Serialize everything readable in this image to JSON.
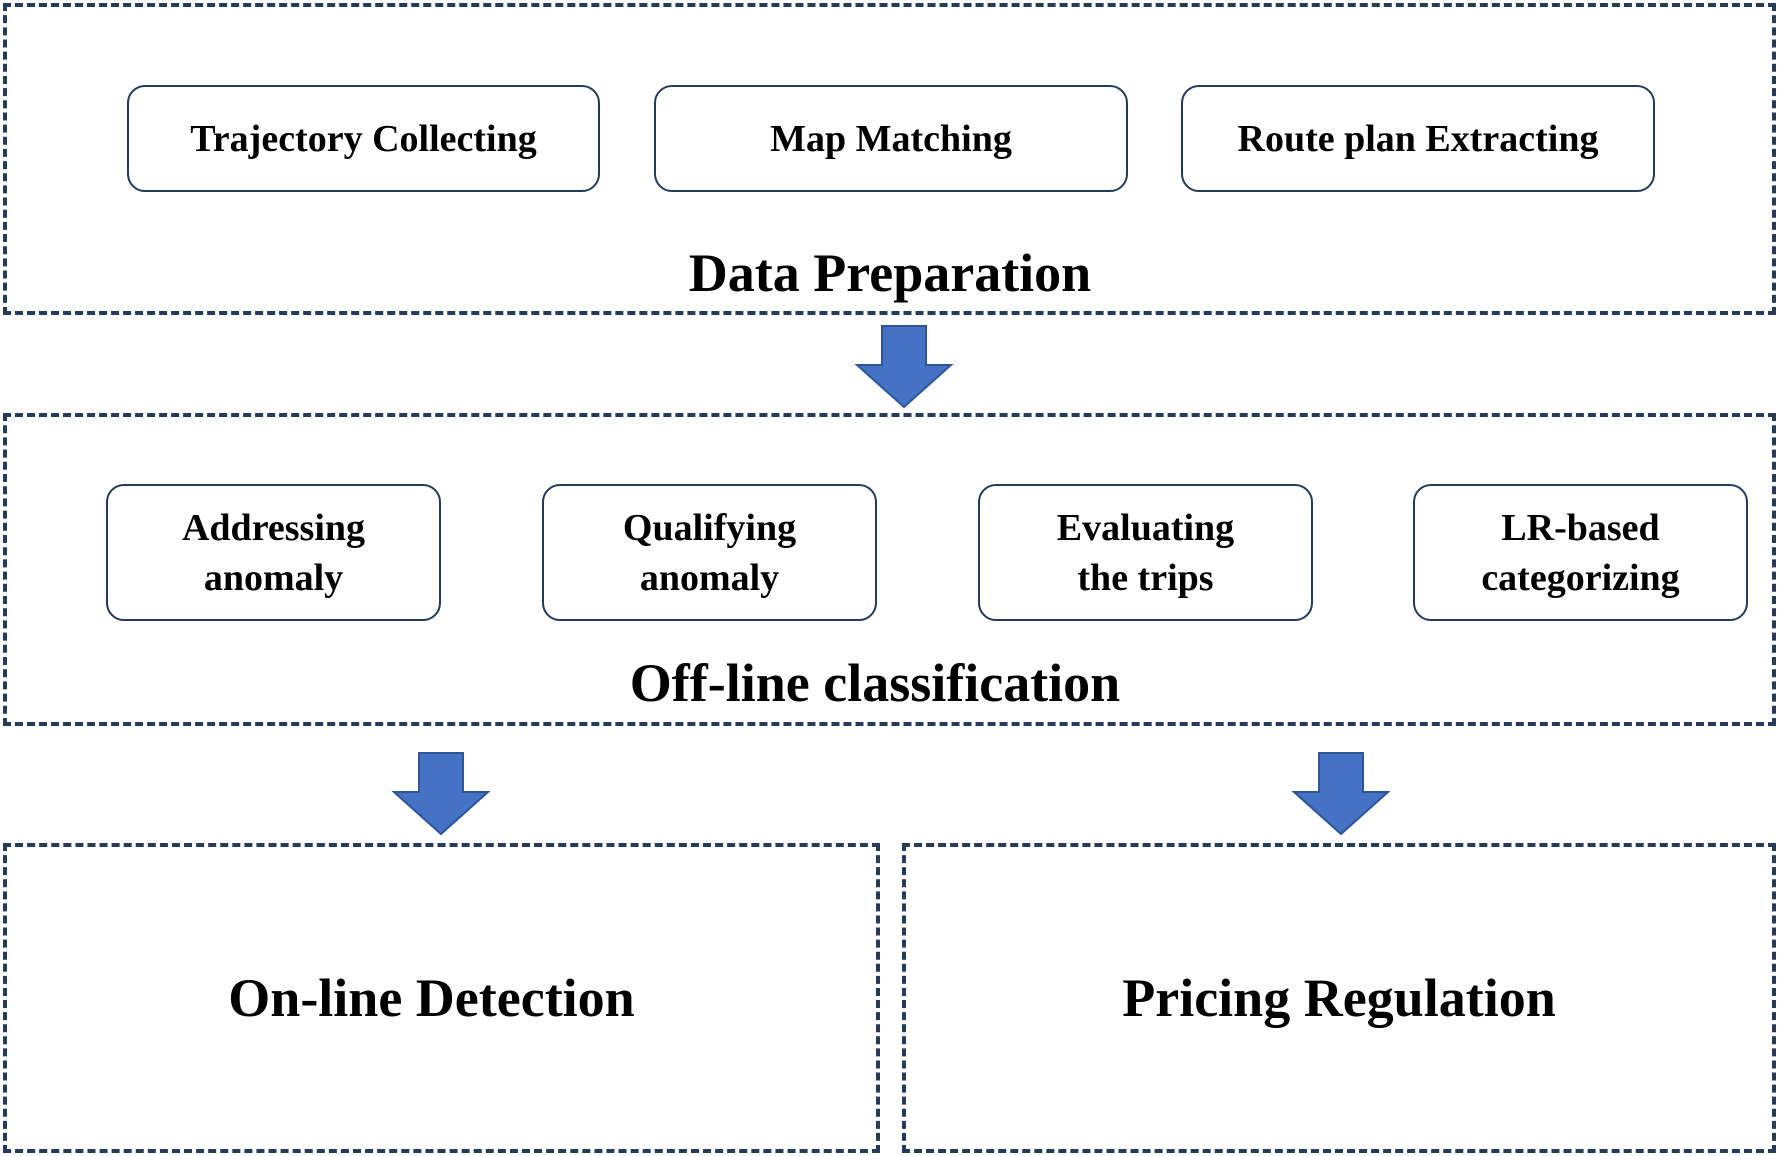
{
  "data_preparation": {
    "title": "Data Preparation",
    "steps": [
      {
        "label": "Trajectory Collecting"
      },
      {
        "label": "Map Matching"
      },
      {
        "label": "Route plan Extracting"
      }
    ]
  },
  "offline_classification": {
    "title": "Off-line classification",
    "steps": [
      {
        "label": "Addressing\nanomaly"
      },
      {
        "label": "Qualifying\nanomaly"
      },
      {
        "label": "Evaluating\nthe trips"
      },
      {
        "label": "LR-based\ncategorizing"
      }
    ]
  },
  "online_detection": {
    "title": "On-line Detection"
  },
  "pricing_regulation": {
    "title": "Pricing Regulation"
  },
  "colors": {
    "frame_border": "#243b5a",
    "arrow_fill": "#4472c4",
    "arrow_stroke": "#2f5597"
  },
  "icons": {
    "flow_arrow": "down-arrow-icon"
  }
}
